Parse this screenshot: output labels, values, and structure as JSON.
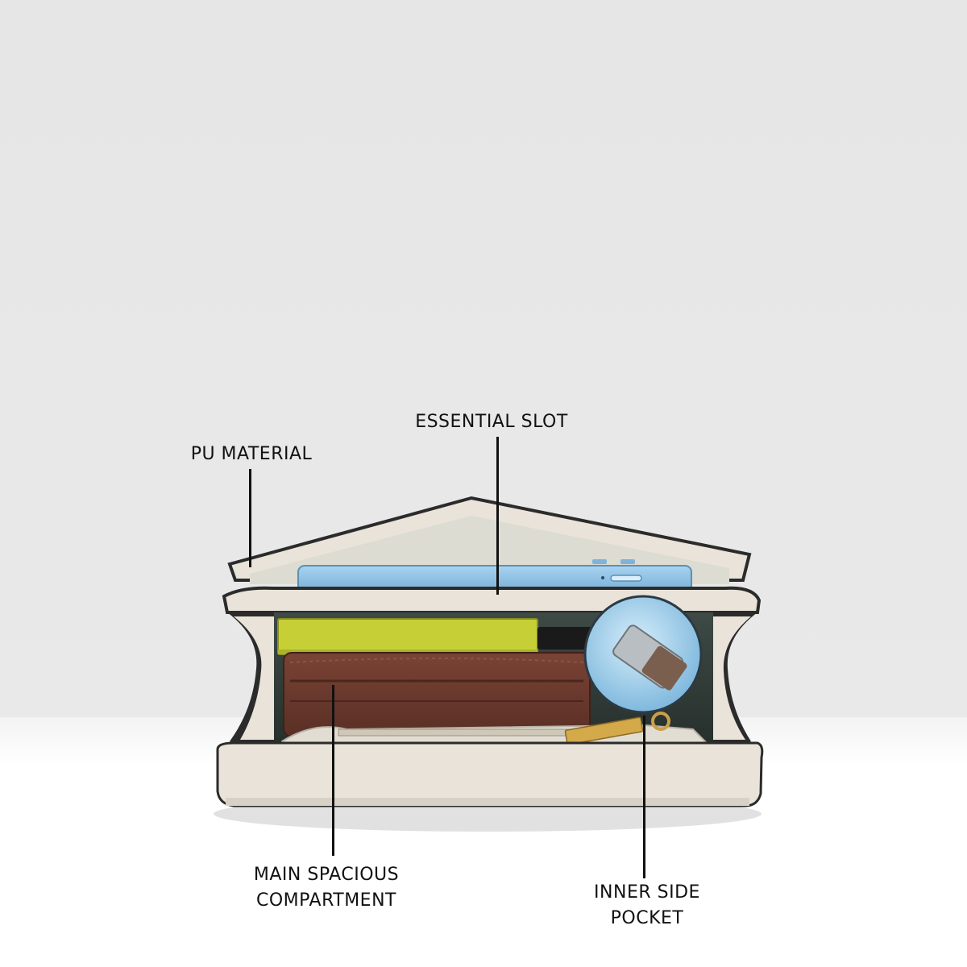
{
  "annotations": {
    "pu_material": "PU MATERIAL",
    "essential_slot": "ESSENTIAL SLOT",
    "main_compartment": "MAIN SPACIOUS\nCOMPARTMENT",
    "inner_pocket": "INNER SIDE\nPOCKET"
  },
  "colors": {
    "background": "#e8e8e8",
    "bag": "#e9e3d9",
    "bag_edge": "#2b2b2b",
    "phone": "#8fc3e6",
    "notebook": "#c8d23a",
    "wallet": "#6b3a2e",
    "mirror": "#9ed0ec"
  }
}
